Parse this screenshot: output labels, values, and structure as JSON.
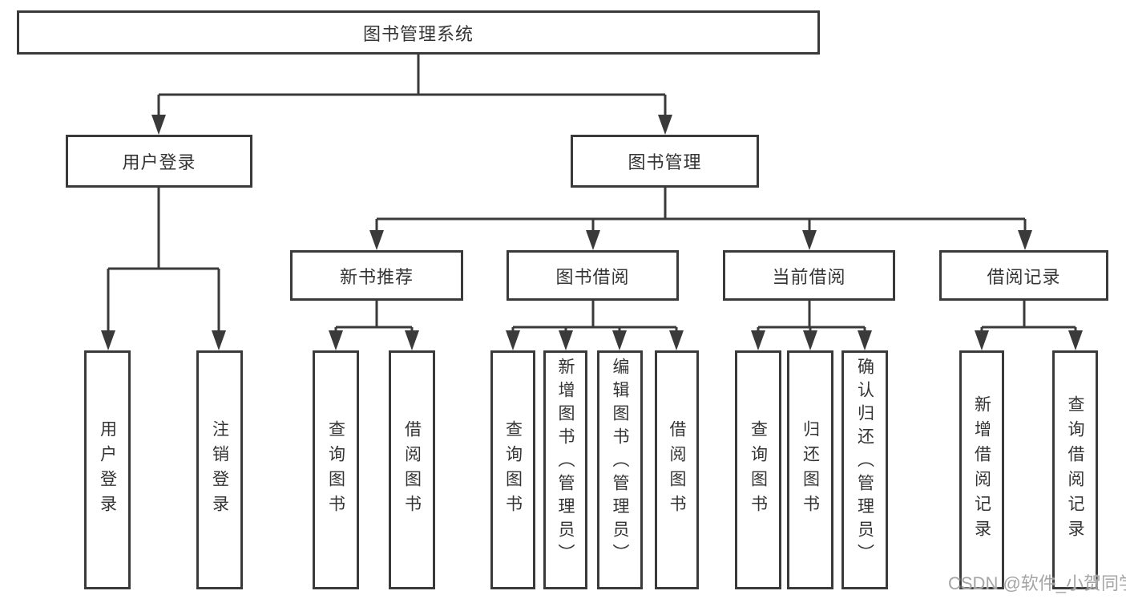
{
  "diagram": {
    "root": {
      "label": "图书管理系统"
    },
    "level2": [
      {
        "label": "用户登录"
      },
      {
        "label": "图书管理"
      }
    ],
    "level3": [
      {
        "label": "新书推荐",
        "parent": "图书管理"
      },
      {
        "label": "图书借阅",
        "parent": "图书管理"
      },
      {
        "label": "当前借阅",
        "parent": "图书管理"
      },
      {
        "label": "借阅记录",
        "parent": "图书管理"
      }
    ],
    "leaves": [
      {
        "label": "用户登录",
        "parent": "用户登录"
      },
      {
        "label": "注销登录",
        "parent": "用户登录"
      },
      {
        "label": "查询图书",
        "parent": "新书推荐"
      },
      {
        "label": "借阅图书",
        "parent": "新书推荐"
      },
      {
        "label": "查询图书",
        "parent": "图书借阅"
      },
      {
        "label": "新增图书（管理员）",
        "parent": "图书借阅"
      },
      {
        "label": "编辑图书（管理员）",
        "parent": "图书借阅"
      },
      {
        "label": "借阅图书",
        "parent": "图书借阅"
      },
      {
        "label": "查询图书",
        "parent": "当前借阅"
      },
      {
        "label": "归还图书",
        "parent": "当前借阅"
      },
      {
        "label": "确认归还（管理员）",
        "parent": "当前借阅"
      },
      {
        "label": "新增借阅记录",
        "parent": "借阅记录"
      },
      {
        "label": "查询借阅记录",
        "parent": "借阅记录"
      }
    ]
  },
  "watermark": {
    "text": "CSDN @软件_小贺同学"
  },
  "colors": {
    "line": "#3a3a3a",
    "text": "#343434",
    "box_background": "#ffffff",
    "watermark": "#a5a5a5",
    "page_background": "#ffffff"
  }
}
